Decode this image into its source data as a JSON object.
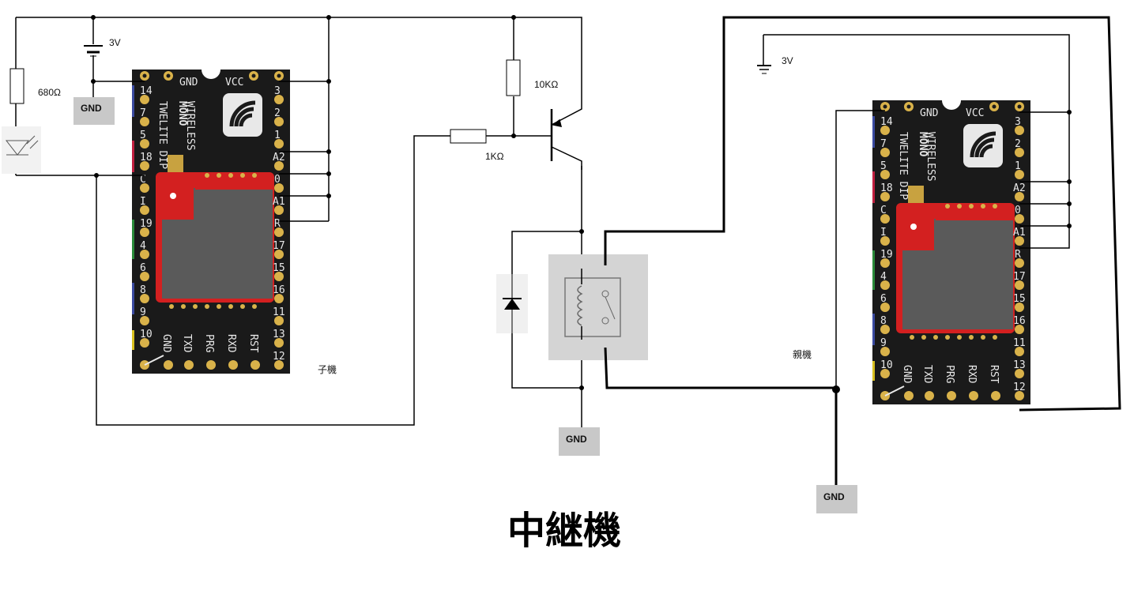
{
  "title": "中継機",
  "labels": {
    "child": "子機",
    "parent": "親機",
    "v3_left": "3V",
    "v3_right": "3V",
    "r_680": "680Ω",
    "r_10k": "10KΩ",
    "r_1k": "1KΩ"
  },
  "gnd_boxes": {
    "left_top": "GND",
    "center_bottom": "GND",
    "right_bottom": "GND"
  },
  "board": {
    "gnd": "GND",
    "vcc": "VCC",
    "brand_line1": "MONO",
    "brand_line2": "WIRELESS",
    "model": "TWELITE DIP",
    "left_pins": [
      "14",
      "7",
      "5",
      "18",
      "C",
      "I",
      "19",
      "4",
      "6",
      "8",
      "9",
      "10"
    ],
    "right_pins": [
      "3",
      "2",
      "1",
      "A2",
      "0",
      "A1",
      "R",
      "17",
      "15",
      "16",
      "11",
      "13",
      "12"
    ],
    "bottom_pins": [
      "GND",
      "TXD",
      "PRG",
      "RXD",
      "RST"
    ]
  },
  "colors": {
    "pcb": "#1a1a1a",
    "module": "#d32020",
    "shield": "#5a5a5a",
    "pad": "#d9b24a",
    "wire": "#000000",
    "gnd_box": "#c8c8c8",
    "relay_box": "#d4d4d4"
  }
}
